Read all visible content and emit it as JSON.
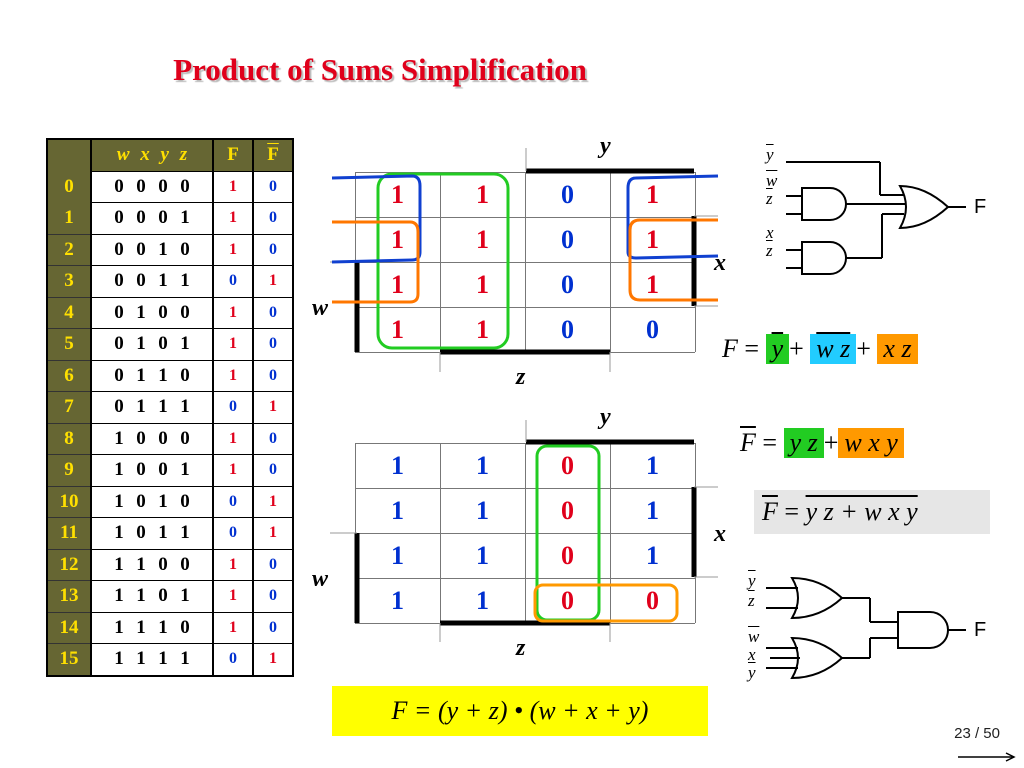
{
  "title": "Product of Sums Simplification",
  "table": {
    "headers": [
      "",
      "w  x  y  z",
      "F",
      "F"
    ],
    "rows": [
      {
        "i": "0",
        "w": "0",
        "x": "0",
        "y": "0",
        "z": "0",
        "f": "1",
        "fb": "0"
      },
      {
        "i": "1",
        "w": "0",
        "x": "0",
        "y": "0",
        "z": "1",
        "f": "1",
        "fb": "0"
      },
      {
        "i": "2",
        "w": "0",
        "x": "0",
        "y": "1",
        "z": "0",
        "f": "1",
        "fb": "0"
      },
      {
        "i": "3",
        "w": "0",
        "x": "0",
        "y": "1",
        "z": "1",
        "f": "0",
        "fb": "1"
      },
      {
        "i": "4",
        "w": "0",
        "x": "1",
        "y": "0",
        "z": "0",
        "f": "1",
        "fb": "0"
      },
      {
        "i": "5",
        "w": "0",
        "x": "1",
        "y": "0",
        "z": "1",
        "f": "1",
        "fb": "0"
      },
      {
        "i": "6",
        "w": "0",
        "x": "1",
        "y": "1",
        "z": "0",
        "f": "1",
        "fb": "0"
      },
      {
        "i": "7",
        "w": "0",
        "x": "1",
        "y": "1",
        "z": "1",
        "f": "0",
        "fb": "1"
      },
      {
        "i": "8",
        "w": "1",
        "x": "0",
        "y": "0",
        "z": "0",
        "f": "1",
        "fb": "0"
      },
      {
        "i": "9",
        "w": "1",
        "x": "0",
        "y": "0",
        "z": "1",
        "f": "1",
        "fb": "0"
      },
      {
        "i": "10",
        "w": "1",
        "x": "0",
        "y": "1",
        "z": "0",
        "f": "0",
        "fb": "1"
      },
      {
        "i": "11",
        "w": "1",
        "x": "0",
        "y": "1",
        "z": "1",
        "f": "0",
        "fb": "1"
      },
      {
        "i": "12",
        "w": "1",
        "x": "1",
        "y": "0",
        "z": "0",
        "f": "1",
        "fb": "0"
      },
      {
        "i": "13",
        "w": "1",
        "x": "1",
        "y": "0",
        "z": "1",
        "f": "1",
        "fb": "0"
      },
      {
        "i": "14",
        "w": "1",
        "x": "1",
        "y": "1",
        "z": "0",
        "f": "1",
        "fb": "0"
      },
      {
        "i": "15",
        "w": "1",
        "x": "1",
        "y": "1",
        "z": "1",
        "f": "0",
        "fb": "1"
      }
    ]
  },
  "kmap_top": {
    "cells": [
      [
        "1",
        "1",
        "0",
        "1"
      ],
      [
        "1",
        "1",
        "0",
        "1"
      ],
      [
        "1",
        "1",
        "0",
        "1"
      ],
      [
        "1",
        "1",
        "0",
        "0"
      ]
    ],
    "labels": {
      "y": "y",
      "x": "x",
      "w": "w",
      "z": "z"
    }
  },
  "kmap_bottom": {
    "cells": [
      [
        "1",
        "1",
        "0",
        "1"
      ],
      [
        "1",
        "1",
        "0",
        "1"
      ],
      [
        "1",
        "1",
        "0",
        "1"
      ],
      [
        "1",
        "1",
        "0",
        "0"
      ]
    ],
    "labels": {
      "y": "y",
      "x": "x",
      "w": "w",
      "z": "z"
    }
  },
  "equations": {
    "sop": {
      "lhs": "F",
      "eq": "=",
      "t1": "y",
      "plus1": "+",
      "t2": "w z",
      "plus2": "+",
      "t3": "x z"
    },
    "fbar": {
      "lhs": "F",
      "eq": "=",
      "t1": "y z",
      "plus": "+",
      "t2": "w x y"
    },
    "fbarbar": {
      "lhs": "F",
      "eq": "=",
      "rhs": "y z + w x y"
    },
    "pos": "F = (y + z) • (w + x + y)"
  },
  "gates_top": {
    "inputs": [
      "y",
      "w",
      "z",
      "x",
      "z"
    ],
    "output": "F"
  },
  "gates_bottom": {
    "inputs": [
      "y",
      "z",
      "w",
      "x",
      "y"
    ],
    "output": "F"
  },
  "page": "23 / 50",
  "colors": {
    "title": "#e0001b",
    "one": "#e0001b",
    "zero": "#0030d0",
    "green": "#22cc22",
    "cyan": "#22ccff",
    "orange": "#ff9900",
    "yellow": "#ffff00",
    "header": "#666633"
  }
}
